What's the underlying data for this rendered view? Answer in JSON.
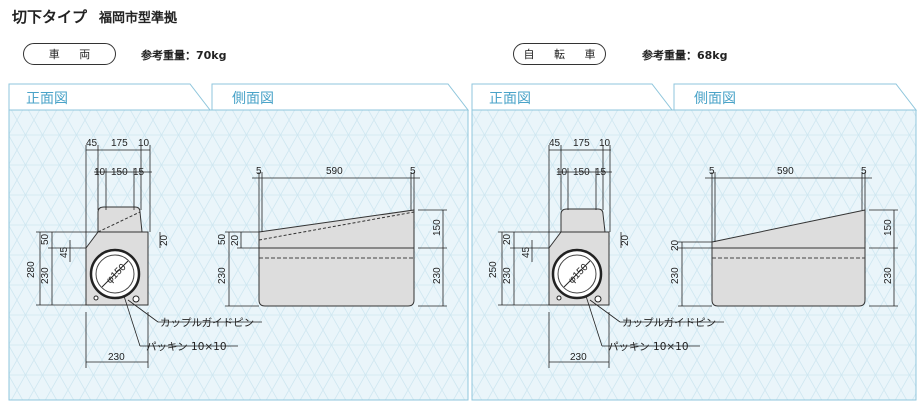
{
  "header": {
    "title": "切下タイプ",
    "subtitle": "福岡市型準拠"
  },
  "variants": [
    {
      "pill": "車 両",
      "weight": "参考重量：70kg",
      "front_tab": "正面図",
      "side_tab": "側面図",
      "front_dims": {
        "top_a": "45",
        "top_b": "175",
        "top_c": "10",
        "mid_a": "10",
        "mid_b": "150",
        "mid_c": "15",
        "left_total": "280",
        "left_50": "50",
        "left_230": "230",
        "left_45": "45",
        "right_20": "20",
        "pipe": "φ150",
        "bottom": "230"
      },
      "side_dims": {
        "left5": "5",
        "center": "590",
        "right5": "5",
        "left_50": "50",
        "left_20": "20",
        "left_230": "230",
        "right_150": "150",
        "right_230": "230"
      },
      "pin_label": "カップルガイドピン",
      "packing_label": "パッキン 10×10"
    },
    {
      "pill": "自 転 車",
      "weight": "参考重量：68kg",
      "front_tab": "正面図",
      "side_tab": "側面図",
      "front_dims": {
        "top_a": "45",
        "top_b": "175",
        "top_c": "10",
        "mid_a": "10",
        "mid_b": "150",
        "mid_c": "15",
        "left_total": "250",
        "left_50": "20",
        "left_230": "230",
        "left_45": "45",
        "right_20": "20",
        "pipe": "φ150",
        "bottom": "230"
      },
      "side_dims": {
        "left5": "5",
        "center": "590",
        "right5": "5",
        "left_50": "20",
        "left_20": "",
        "left_230": "230",
        "right_150": "150",
        "right_230": "230"
      },
      "pin_label": "カップルガイドピン",
      "packing_label": "パッキン 10×10"
    }
  ]
}
